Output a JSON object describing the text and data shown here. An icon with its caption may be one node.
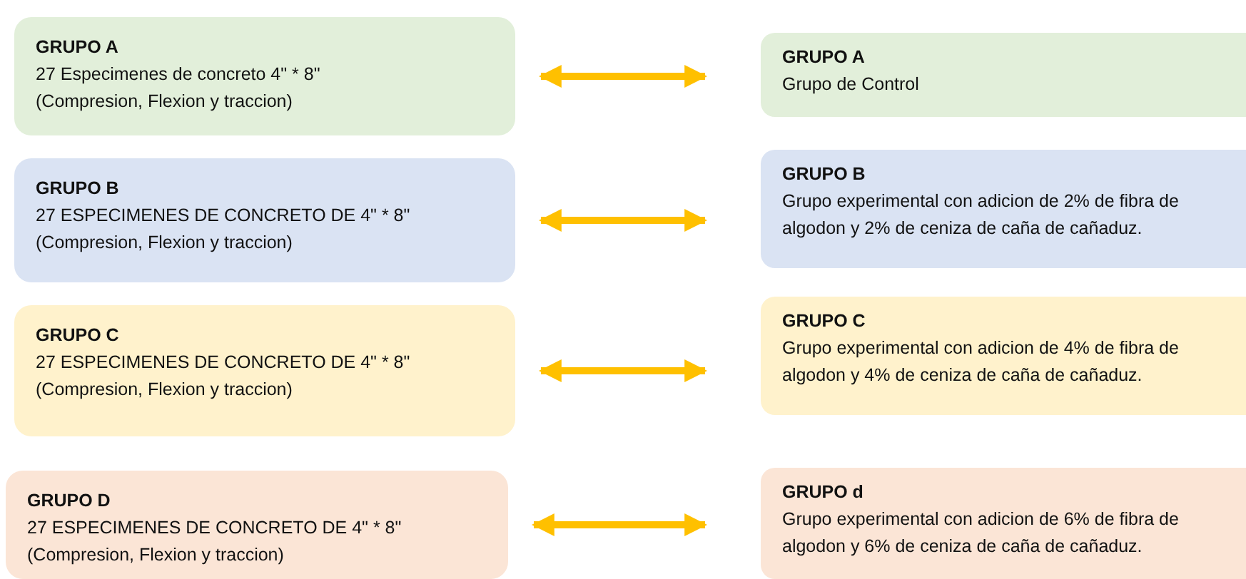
{
  "diagram": {
    "nodes": [
      {
        "text": [
          "GRUPO A",
          "27 Especimenes de concreto 4\" * 8\"",
          "(Compresion, Flexion y traccion)"
        ]
      },
      {
        "text": [
          "GRUPO A",
          "Grupo de Control"
        ]
      },
      {
        "text": [
          "GRUPO B",
          "27 ESPECIMENES DE CONCRETO DE 4\" * 8\"",
          "(Compresion, Flexion y traccion)"
        ]
      },
      {
        "text": [
          "GRUPO B",
          "Grupo experimental con adicion de 2% de fibra de algodon y 2% de ceniza de caña de cañaduz."
        ]
      },
      {
        "text": [
          "GRUPO C",
          "27 ESPECIMENES DE CONCRETO DE 4\" * 8\"",
          "(Compresion, Flexion y traccion)"
        ]
      },
      {
        "text": [
          "GRUPO C",
          "Grupo experimental con adicion de 4% de fibra de algodon y 4% de ceniza de caña de cañaduz."
        ]
      },
      {
        "text": [
          "GRUPO D",
          "27 ESPECIMENES DE CONCRETO DE 4\" * 8\"",
          "(Compresion, Flexion y traccion)"
        ]
      },
      {
        "text": [
          "GRUPO d",
          "Grupo experimental con adicion de 6% de fibra de algodon y 6% de ceniza de caña de cañaduz."
        ]
      }
    ],
    "edges": [
      {
        "from": 0,
        "to": 1,
        "arrow": "both"
      },
      {
        "from": 2,
        "to": 3,
        "arrow": "both"
      },
      {
        "from": 4,
        "to": 5,
        "arrow": "both"
      },
      {
        "from": 6,
        "to": 7,
        "arrow": "both"
      }
    ]
  }
}
